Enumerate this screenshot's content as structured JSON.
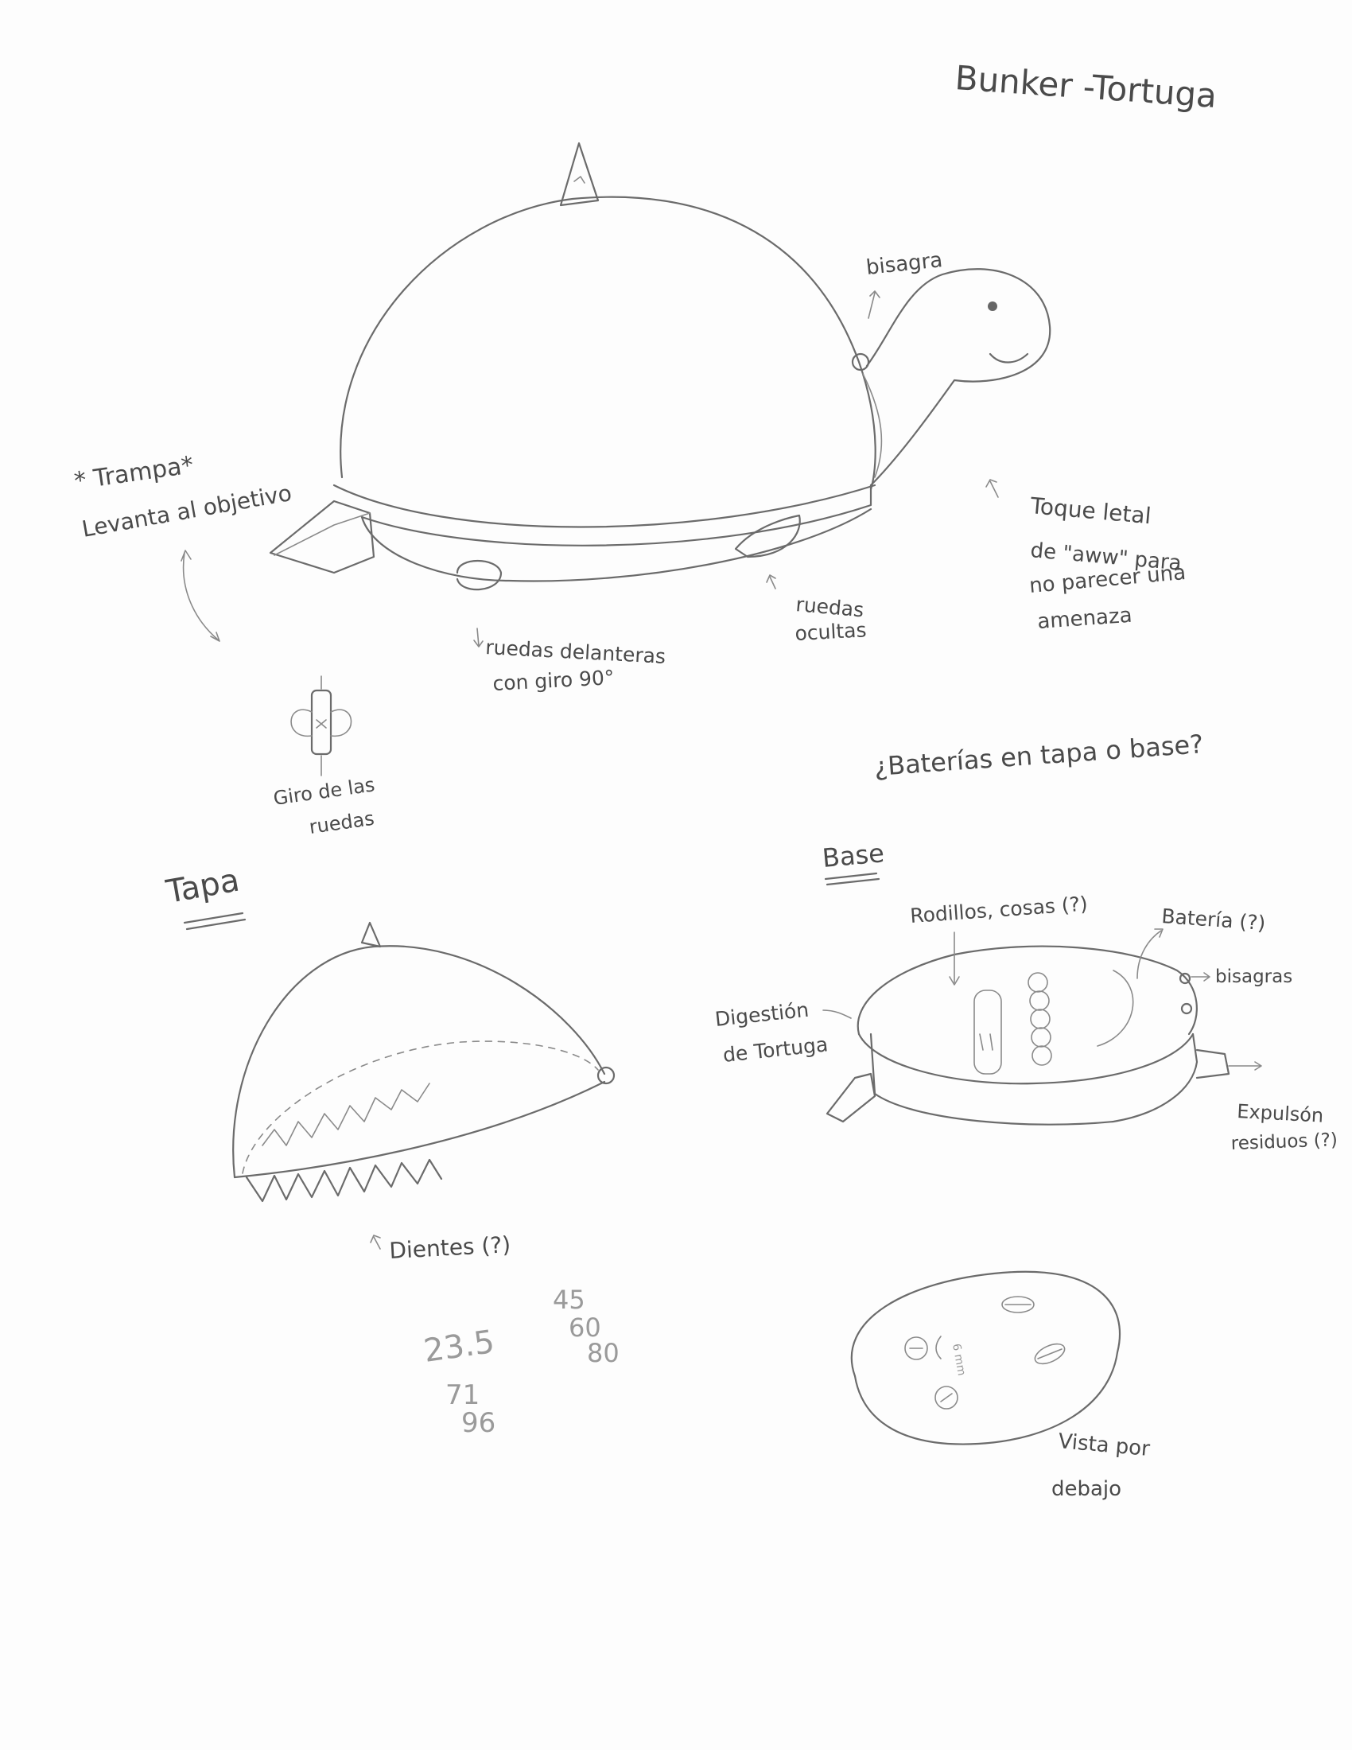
{
  "title": "Bunker -Tortuga",
  "main_sketch": {
    "label_hinge": "bisagra",
    "trap_title": "* Trampa*",
    "trap_desc": "Levanta al objetivo",
    "front_wheels_1": "ruedas delanteras",
    "front_wheels_2": "con giro 90°",
    "hidden_wheels_1": "ruedas",
    "hidden_wheels_2": "ocultas",
    "lethal_1": "Toque letal",
    "lethal_2": "de \"aww\" para",
    "lethal_3": "no parecer una",
    "lethal_4": "amenaza"
  },
  "wheel_turn": {
    "label_1": "Giro de las",
    "label_2": "ruedas"
  },
  "battery_question": "¿Baterías en tapa o base?",
  "tapa": {
    "heading": "Tapa",
    "teeth_label": "Dientes (?)"
  },
  "base": {
    "heading": "Base",
    "rollers_label": "Rodillos, cosas (?)",
    "battery_label": "Batería (?)",
    "hinges_label": "bisagras",
    "digestion_1": "Digestión",
    "digestion_2": "de Tortuga",
    "expulsion_1": "Expulsón",
    "expulsion_2": "residuos (?)"
  },
  "bottom_view": {
    "label_1": "Vista por",
    "label_2": "debajo",
    "dimension_note": "6 mm"
  },
  "scribbles": {
    "n1": "23.5",
    "n2": "45",
    "n3": "60",
    "n4": "80",
    "n5": "71",
    "n6": "96"
  }
}
